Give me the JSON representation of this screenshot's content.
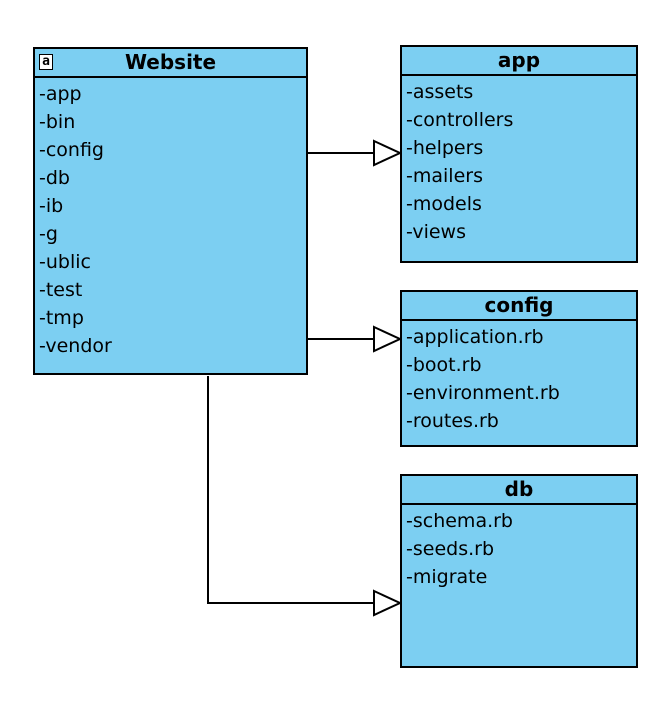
{
  "diagram": {
    "boxes": [
      {
        "id": "website",
        "title": "Website",
        "has_icon": true,
        "icon_glyph": "a",
        "items": [
          "-app",
          "-bin",
          "-config",
          "-db",
          "-ib",
          "-g",
          "-ublic",
          "-test",
          "-tmp",
          "-vendor"
        ]
      },
      {
        "id": "app",
        "title": "app",
        "has_icon": false,
        "items": [
          "-assets",
          "-controllers",
          "-helpers",
          "-mailers",
          "-models",
          "-views"
        ]
      },
      {
        "id": "config",
        "title": "config",
        "has_icon": false,
        "items": [
          "-application.rb",
          "-boot.rb",
          "-environment.rb",
          "-routes.rb"
        ]
      },
      {
        "id": "db",
        "title": "db",
        "has_icon": false,
        "items": [
          "-schema.rb",
          "-seeds.rb",
          "-migrate"
        ]
      }
    ],
    "connections": [
      {
        "from": "website",
        "to": "app",
        "arrow": "hollow-triangle"
      },
      {
        "from": "website",
        "to": "config",
        "arrow": "hollow-triangle"
      },
      {
        "from": "website",
        "to": "db",
        "arrow": "hollow-triangle"
      }
    ],
    "colors": {
      "box_fill": "#7ccff2",
      "stroke": "#000000",
      "background": "#ffffff"
    }
  }
}
